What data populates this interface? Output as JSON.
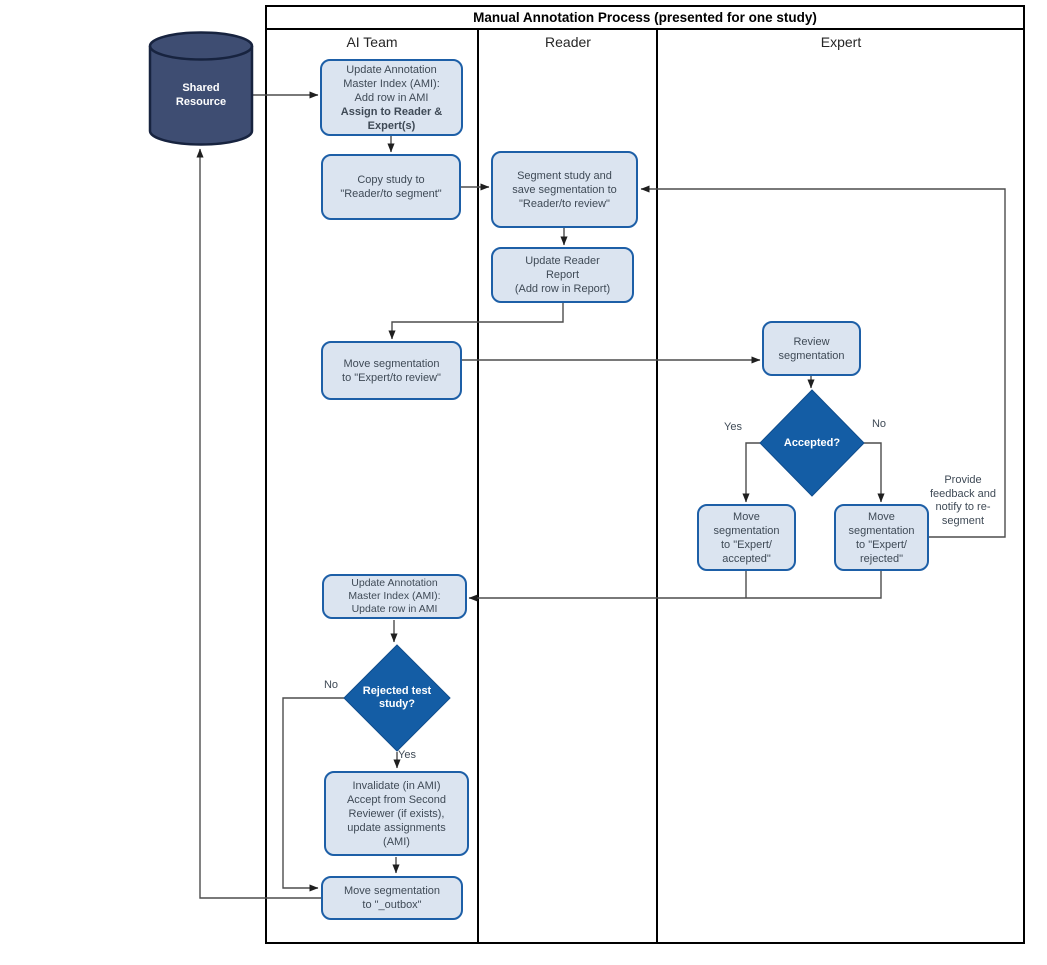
{
  "title": "Manual Annotation Process (presented for one study)",
  "lanes": {
    "ai_team": "AI Team",
    "reader": "Reader",
    "expert": "Expert"
  },
  "external": {
    "shared_resource": "Shared\nResource"
  },
  "nodes": {
    "update_ami_add": {
      "text": "Update Annotation\nMaster Index (AMI):\nAdd row in AMI",
      "text_bold": "Assign to Reader &\nExpert(s)"
    },
    "copy_study": {
      "text": "Copy study to\n\"Reader/to segment\""
    },
    "segment_study": {
      "text": "Segment study and\nsave segmentation to\n\"Reader/to review\""
    },
    "update_reader_report": {
      "text": "Update Reader\nReport\n(Add row in Report)"
    },
    "move_expert_to_review": {
      "text": "Move segmentation\nto \"Expert/to review\""
    },
    "review_segmentation": {
      "text": "Review\nsegmentation"
    },
    "accepted_decision": {
      "text": "Accepted?"
    },
    "move_expert_accepted": {
      "text": "Move\nsegmentation\nto \"Expert/\naccepted\""
    },
    "move_expert_rejected": {
      "text": "Move\nsegmentation\nto \"Expert/\nrejected\""
    },
    "update_ami_row": {
      "text": "Update Annotation\nMaster Index (AMI):\nUpdate row in AMI"
    },
    "rejected_test_decision": {
      "text": "Rejected test\nstudy?"
    },
    "invalidate": {
      "text": "Invalidate (in AMI)\nAccept from Second\nReviewer (if exists),\nupdate assignments\n(AMI)"
    },
    "move_outbox": {
      "text": "Move segmentation\nto \"_outbox\""
    }
  },
  "edge_labels": {
    "accepted_yes": "Yes",
    "accepted_no": "No",
    "rejected_no": "No",
    "rejected_yes": "Yes",
    "feedback_note": "Provide\nfeedback and\nnotify to re-\nsegment"
  },
  "colors": {
    "node_fill": "#dbe4f0",
    "node_border": "#1d5fa7",
    "decision_fill": "#145da5",
    "cylinder_fill": "#3e4d72",
    "cylinder_border": "#17233f",
    "connector": "#4d4d4d",
    "frame": "#000000"
  }
}
